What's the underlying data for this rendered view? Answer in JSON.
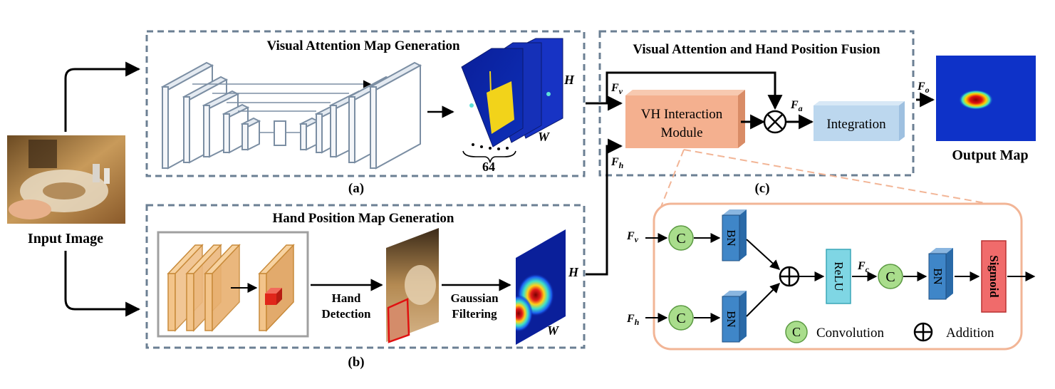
{
  "input": {
    "label": "Input Image"
  },
  "panel_a": {
    "title": "Visual Attention Map Generation",
    "caption": "(a)",
    "dim_h": "H",
    "dim_w": "W",
    "channels": "64"
  },
  "panel_b": {
    "title": "Hand Position Map Generation",
    "caption": "(b)",
    "step1_line1": "Hand",
    "step1_line2": "Detection",
    "step2_line1": "Gaussian",
    "step2_line2": "Filtering",
    "dim_h": "H",
    "dim_w": "W"
  },
  "panel_c": {
    "title": "Visual Attention and Hand Position Fusion",
    "caption": "(c)",
    "vh_line1": "VH Interaction",
    "vh_line2": "Module",
    "integration": "Integration",
    "output_label": "Output Map"
  },
  "symbols": {
    "Fv": "F",
    "Fv_sub": "v",
    "Fh": "F",
    "Fh_sub": "h",
    "Fa": "F",
    "Fa_sub": "a",
    "Fo": "F",
    "Fo_sub": "o",
    "Fc": "F",
    "Fc_sub": "c"
  },
  "module": {
    "conv_letter": "C",
    "bn": "BN",
    "relu": "ReLU",
    "sigmoid": "Sigmoid",
    "legend_conv": "Convolution",
    "legend_add": "Addition"
  },
  "colors": {
    "dash_border": "#6b7f93",
    "vh_module": "#f4b08f",
    "integration": "#bcd7ee",
    "conv_circle": "#a9dd8c",
    "bn_block": "#3f86c8",
    "relu_block": "#7fd6e4",
    "sigmoid_block": "#f06b6b",
    "module_frame": "#f2b596"
  }
}
